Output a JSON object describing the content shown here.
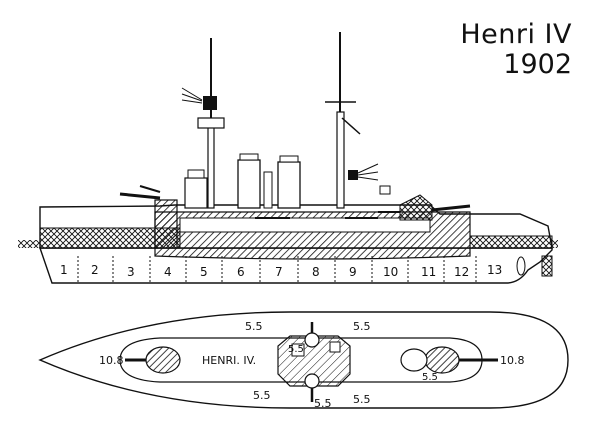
{
  "title": {
    "name": "Henri IV",
    "year": "1902"
  },
  "profile": {
    "compartments": [
      "1",
      "2",
      "3",
      "4",
      "5",
      "6",
      "7",
      "8",
      "9",
      "10",
      "11",
      "12",
      "13"
    ]
  },
  "plan": {
    "ship_label": "HENRI. IV.",
    "armour_labels": {
      "fore_turret": "10.8",
      "aft_turret": "10.8",
      "upper_left": "5.5",
      "upper_right": "5.5",
      "lower_left": "5.5",
      "lower_center": "5.5",
      "lower_right": "5.5",
      "aft_barbette": "5.5",
      "deck_center": "5.5"
    }
  }
}
